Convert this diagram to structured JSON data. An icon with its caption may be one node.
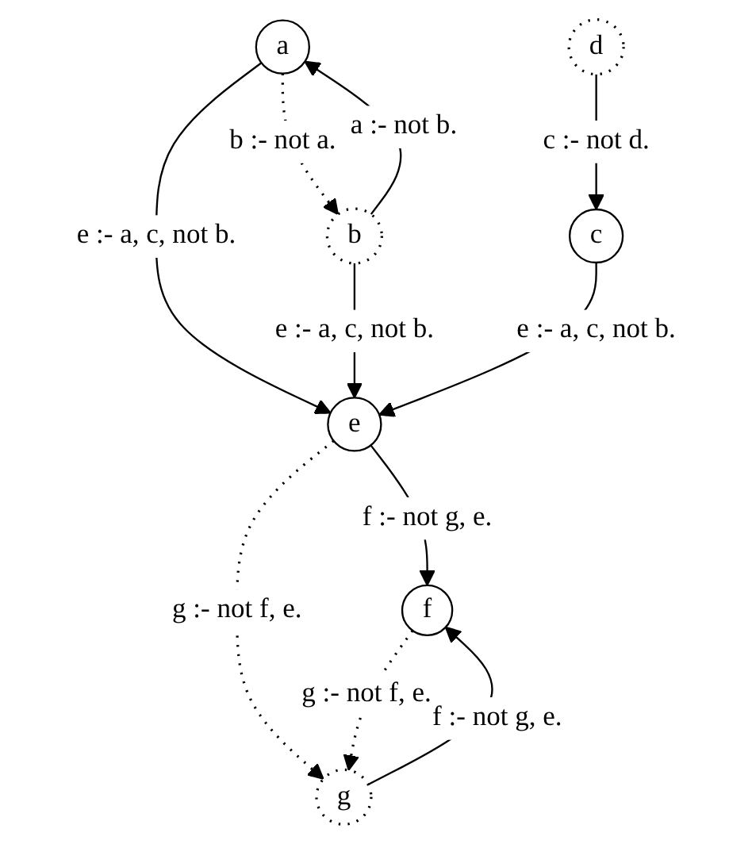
{
  "diagram": {
    "nodes": [
      {
        "text": [
          "a"
        ]
      },
      {
        "text": [
          "d"
        ]
      },
      {
        "text": [
          "b"
        ]
      },
      {
        "text": [
          "c"
        ]
      },
      {
        "text": [
          "e"
        ]
      },
      {
        "text": [
          "f"
        ]
      },
      {
        "text": [
          "g"
        ]
      }
    ],
    "edges": [
      {
        "from": 0,
        "to": 2,
        "arrow": "to",
        "label": "b :- not a.",
        "style": "dashed"
      },
      {
        "from": 2,
        "to": 0,
        "arrow": "to",
        "label": "a :- not b."
      },
      {
        "from": 0,
        "to": 4,
        "arrow": "to",
        "label": "e :- a, c, not b."
      },
      {
        "from": 1,
        "to": 3,
        "arrow": "to",
        "label": "c :- not d."
      },
      {
        "from": 2,
        "to": 4,
        "arrow": "to",
        "label": "e :- a, c, not b."
      },
      {
        "from": 3,
        "to": 4,
        "arrow": "to",
        "label": "e :- a, c, not b."
      },
      {
        "from": 4,
        "to": 5,
        "arrow": "to",
        "label": "f :- not g, e."
      },
      {
        "from": 4,
        "to": 6,
        "arrow": "to",
        "label": "g :- not f, e.",
        "style": "dashed"
      },
      {
        "from": 5,
        "to": 6,
        "arrow": "to",
        "label": "g :- not f, e.",
        "style": "dashed"
      },
      {
        "from": 6,
        "to": 5,
        "arrow": "to",
        "label": "f :- not g, e."
      }
    ]
  }
}
